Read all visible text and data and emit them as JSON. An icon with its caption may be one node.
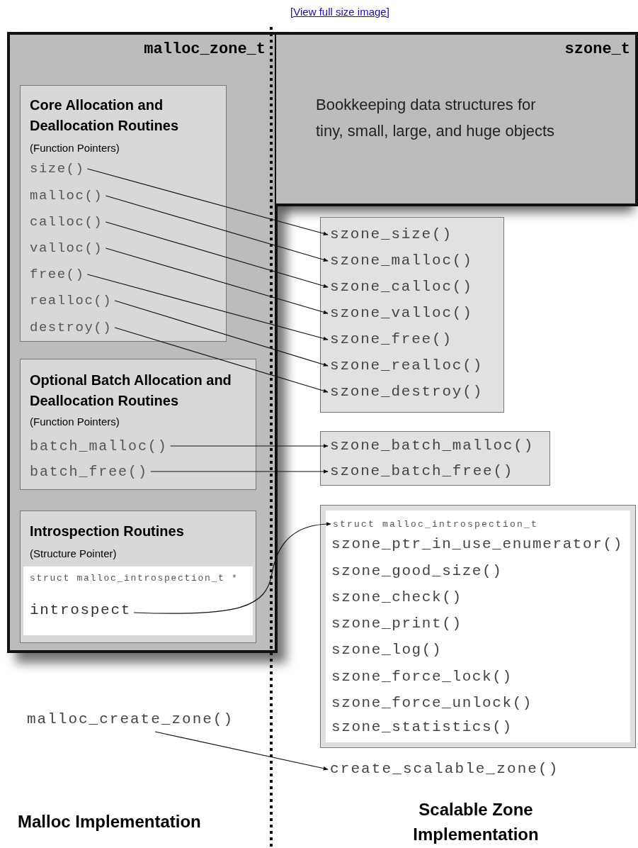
{
  "diagram": {
    "nodes": [
      {
        "text": [
          "malloc_zone_t"
        ]
      },
      {
        "text": [
          "Core Allocation and Deallocation Routines",
          "(Function Pointers)"
        ],
        "in": 0
      },
      {
        "text": [
          "size()"
        ],
        "in": 1
      },
      {
        "text": [
          "malloc()"
        ],
        "in": 1
      },
      {
        "text": [
          "calloc()"
        ],
        "in": 1
      },
      {
        "text": [
          "valloc()"
        ],
        "in": 1
      },
      {
        "text": [
          "free()"
        ],
        "in": 1
      },
      {
        "text": [
          "realloc()"
        ],
        "in": 1
      },
      {
        "text": [
          "destroy()"
        ],
        "in": 1
      },
      {
        "text": [
          "Optional Batch Allocation and Deallocation Routines",
          "(Function Pointers)"
        ],
        "in": 0
      },
      {
        "text": [
          "batch_malloc()"
        ],
        "in": 9
      },
      {
        "text": [
          "batch_free()"
        ],
        "in": 9
      },
      {
        "text": [
          "Introspection Routines",
          "(Structure Pointer)"
        ],
        "in": 0
      },
      {
        "text": [
          "struct malloc_introspection_t *"
        ],
        "in": 12
      },
      {
        "text": [
          "introspect"
        ],
        "in": 13
      },
      {
        "text": [
          "szone_t",
          "Bookkeeping data structures for tiny, small, large, and huge objects"
        ]
      },
      {
        "text": [],
        "shape": "box"
      },
      {
        "text": [
          "szone_size()"
        ],
        "in": 16
      },
      {
        "text": [
          "szone_malloc()"
        ],
        "in": 16
      },
      {
        "text": [
          "szone_calloc()"
        ],
        "in": 16
      },
      {
        "text": [
          "szone_valloc()"
        ],
        "in": 16
      },
      {
        "text": [
          "szone_free()"
        ],
        "in": 16
      },
      {
        "text": [
          "szone_realloc()"
        ],
        "in": 16
      },
      {
        "text": [
          "szone_destroy()"
        ],
        "in": 16
      },
      {
        "text": [],
        "shape": "box"
      },
      {
        "text": [
          "szone_batch_malloc()"
        ],
        "in": 24
      },
      {
        "text": [
          "szone_batch_free()"
        ],
        "in": 24
      },
      {
        "text": [],
        "shape": "box"
      },
      {
        "text": [
          "struct malloc_introspection_t"
        ],
        "in": 27
      },
      {
        "text": [
          "szone_ptr_in_use_enumerator()"
        ],
        "in": 27
      },
      {
        "text": [
          "szone_good_size()"
        ],
        "in": 27
      },
      {
        "text": [
          "szone_check()"
        ],
        "in": 27
      },
      {
        "text": [
          "szone_print()"
        ],
        "in": 27
      },
      {
        "text": [
          "szone_log()"
        ],
        "in": 27
      },
      {
        "text": [
          "szone_force_lock()"
        ],
        "in": 27
      },
      {
        "text": [
          "szone_force_unlock()"
        ],
        "in": 27
      },
      {
        "text": [
          "szone_statistics()"
        ],
        "in": 27
      },
      {
        "text": [
          "malloc_create_zone()"
        ]
      },
      {
        "text": [
          "create_scalable_zone()"
        ]
      }
    ],
    "edges": [
      {
        "from": 2,
        "to": 17,
        "arrow": "to"
      },
      {
        "from": 3,
        "to": 18,
        "arrow": "to"
      },
      {
        "from": 4,
        "to": 19,
        "arrow": "to"
      },
      {
        "from": 5,
        "to": 20,
        "arrow": "to"
      },
      {
        "from": 6,
        "to": 21,
        "arrow": "to"
      },
      {
        "from": 7,
        "to": 22,
        "arrow": "to"
      },
      {
        "from": 8,
        "to": 23,
        "arrow": "to"
      },
      {
        "from": 10,
        "to": 25,
        "arrow": "to"
      },
      {
        "from": 11,
        "to": 26,
        "arrow": "to"
      },
      {
        "from": 14,
        "to": 28,
        "arrow": "to"
      },
      {
        "from": 37,
        "to": 38,
        "arrow": "to"
      }
    ],
    "labels": [
      "[View full size image]",
      "Malloc Implementation",
      "Scalable Zone Implementation"
    ]
  }
}
